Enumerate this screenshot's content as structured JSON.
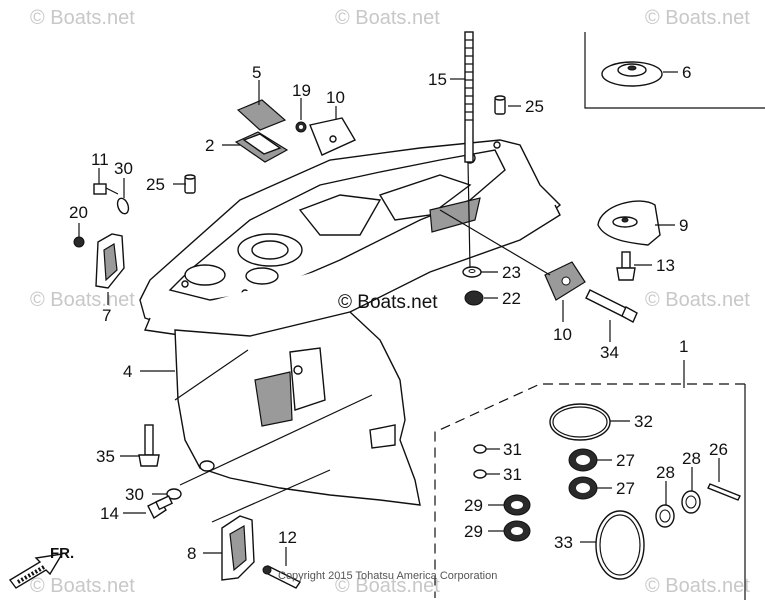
{
  "watermark": "© Boats.net",
  "center_mark": "© Boats.net",
  "copyright": "Copyright 2015 Tohatsu America Corporation",
  "direction_label": "FR.",
  "callouts": [
    "5",
    "19",
    "10",
    "2",
    "11",
    "30",
    "25",
    "20",
    "7",
    "4",
    "15",
    "25",
    "6",
    "9",
    "13",
    "23",
    "22",
    "10",
    "34",
    "1",
    "32",
    "31",
    "27",
    "31",
    "27",
    "29",
    "28",
    "28",
    "26",
    "29",
    "33",
    "35",
    "30",
    "14",
    "8",
    "12"
  ]
}
